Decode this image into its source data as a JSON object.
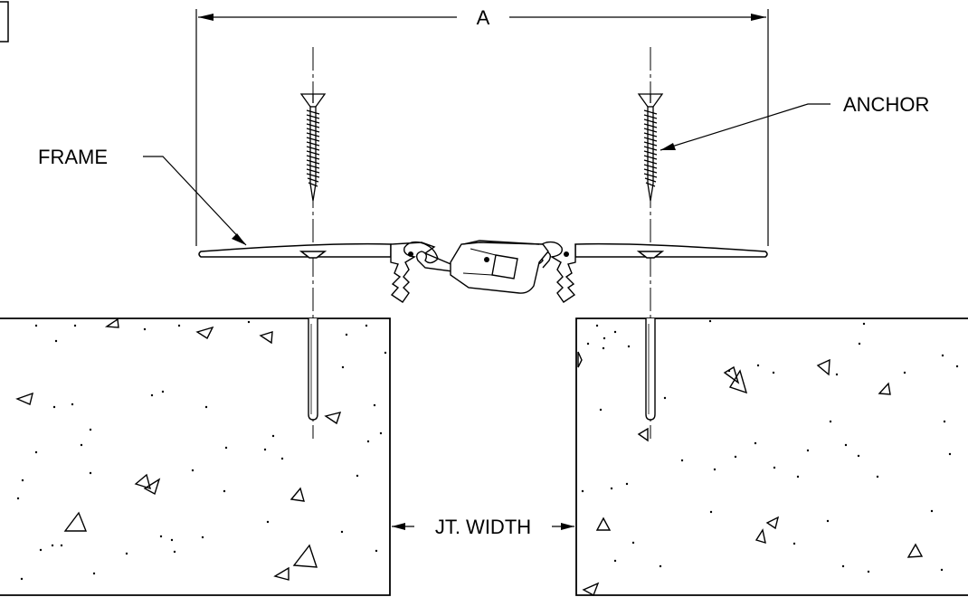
{
  "diagram": {
    "labels": {
      "dimension_a": "A",
      "anchor": "ANCHOR",
      "frame": "FRAME",
      "joint_width": "JT. WIDTH"
    },
    "colors": {
      "ink": "#000000",
      "paper": "#ffffff"
    }
  }
}
